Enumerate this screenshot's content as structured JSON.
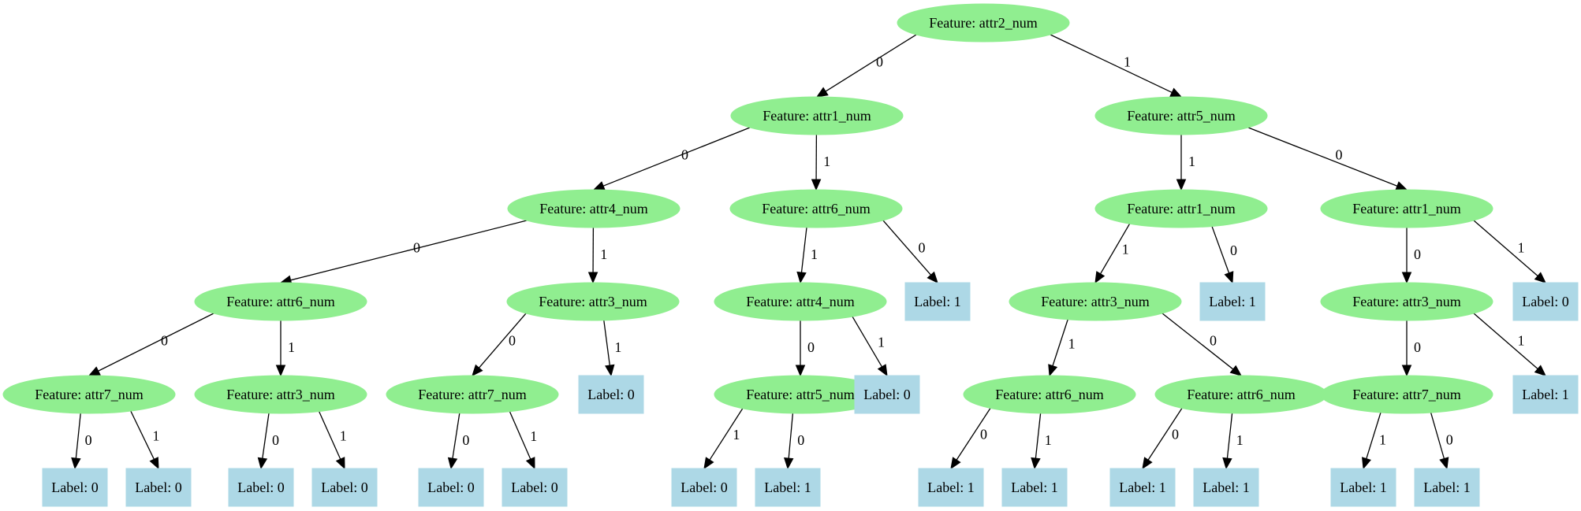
{
  "colors": {
    "feature_node": "#90ee90",
    "leaf_node": "#add8e6",
    "edge": "#000000"
  },
  "nodes": {
    "root": "Feature: attr2_num",
    "n_attr1_a": "Feature: attr1_num",
    "n_attr5_a": "Feature: attr5_num",
    "n_attr4_a": "Feature: attr4_num",
    "n_attr6_a": "Feature: attr6_num",
    "n_attr1_b": "Feature: attr1_num",
    "n_attr1_c": "Feature: attr1_num",
    "n_attr6_b": "Feature: attr6_num",
    "n_attr3_a": "Feature: attr3_num",
    "n_attr4_b": "Feature: attr4_num",
    "leaf_a": "Label: 1",
    "n_attr3_b": "Feature: attr3_num",
    "leaf_b": "Label: 1",
    "n_attr3_c": "Feature: attr3_num",
    "leaf_c": "Label: 0",
    "n_attr7_a": "Feature: attr7_num",
    "n_attr3_d": "Feature: attr3_num",
    "n_attr7_b": "Feature: attr7_num",
    "leaf_d": "Label: 0",
    "n_attr5_b": "Feature: attr5_num",
    "leaf_e": "Label: 0",
    "n_attr6_c": "Feature: attr6_num",
    "n_attr6_d": "Feature: attr6_num",
    "n_attr7_c": "Feature: attr7_num",
    "leaf_f": "Label: 1",
    "leaf_g": "Label: 0",
    "leaf_h": "Label: 0",
    "leaf_i": "Label: 0",
    "leaf_j": "Label: 0",
    "leaf_k": "Label: 0",
    "leaf_l": "Label: 0",
    "leaf_m": "Label: 0",
    "leaf_n": "Label: 1",
    "leaf_o": "Label: 1",
    "leaf_p": "Label: 1",
    "leaf_q": "Label: 1",
    "leaf_r": "Label: 1",
    "leaf_s": "Label: 1",
    "leaf_t": "Label: 1",
    "leaf_u": "Label: 1"
  },
  "edges": {
    "root_attr1a": "0",
    "root_attr5a": "1",
    "attr1a_attr4a": "0",
    "attr1a_attr6a": "1",
    "attr5a_attr1b": "1",
    "attr5a_attr1c": "0",
    "attr4a_attr6b": "0",
    "attr4a_attr3a": "1",
    "attr6a_attr4b": "1",
    "attr6a_leafa": "0",
    "attr1b_attr3b": "1",
    "attr1b_leafb": "0",
    "attr1c_attr3c": "0",
    "attr1c_leafc": "1",
    "attr6b_attr7a": "0",
    "attr6b_attr3d": "1",
    "attr3a_attr7b": "0",
    "attr3a_leafd": "1",
    "attr4b_attr5b": "0",
    "attr4b_leafe": "1",
    "attr3b_attr6c": "1",
    "attr3b_attr6d": "0",
    "attr3c_attr7c": "0",
    "attr3c_leaff": "1",
    "attr7a_leafg": "0",
    "attr7a_leafh": "1",
    "attr3d_leafi": "0",
    "attr3d_leafj": "1",
    "attr7b_leafk": "0",
    "attr7b_leafl": "1",
    "attr5b_leafm": "1",
    "attr5b_leafn": "0",
    "attr6c_leafo": "0",
    "attr6c_leafp": "1",
    "attr6d_leafq": "0",
    "attr6d_leafr": "1",
    "attr7c_leafs": "1",
    "attr7c_leaft": "0"
  }
}
